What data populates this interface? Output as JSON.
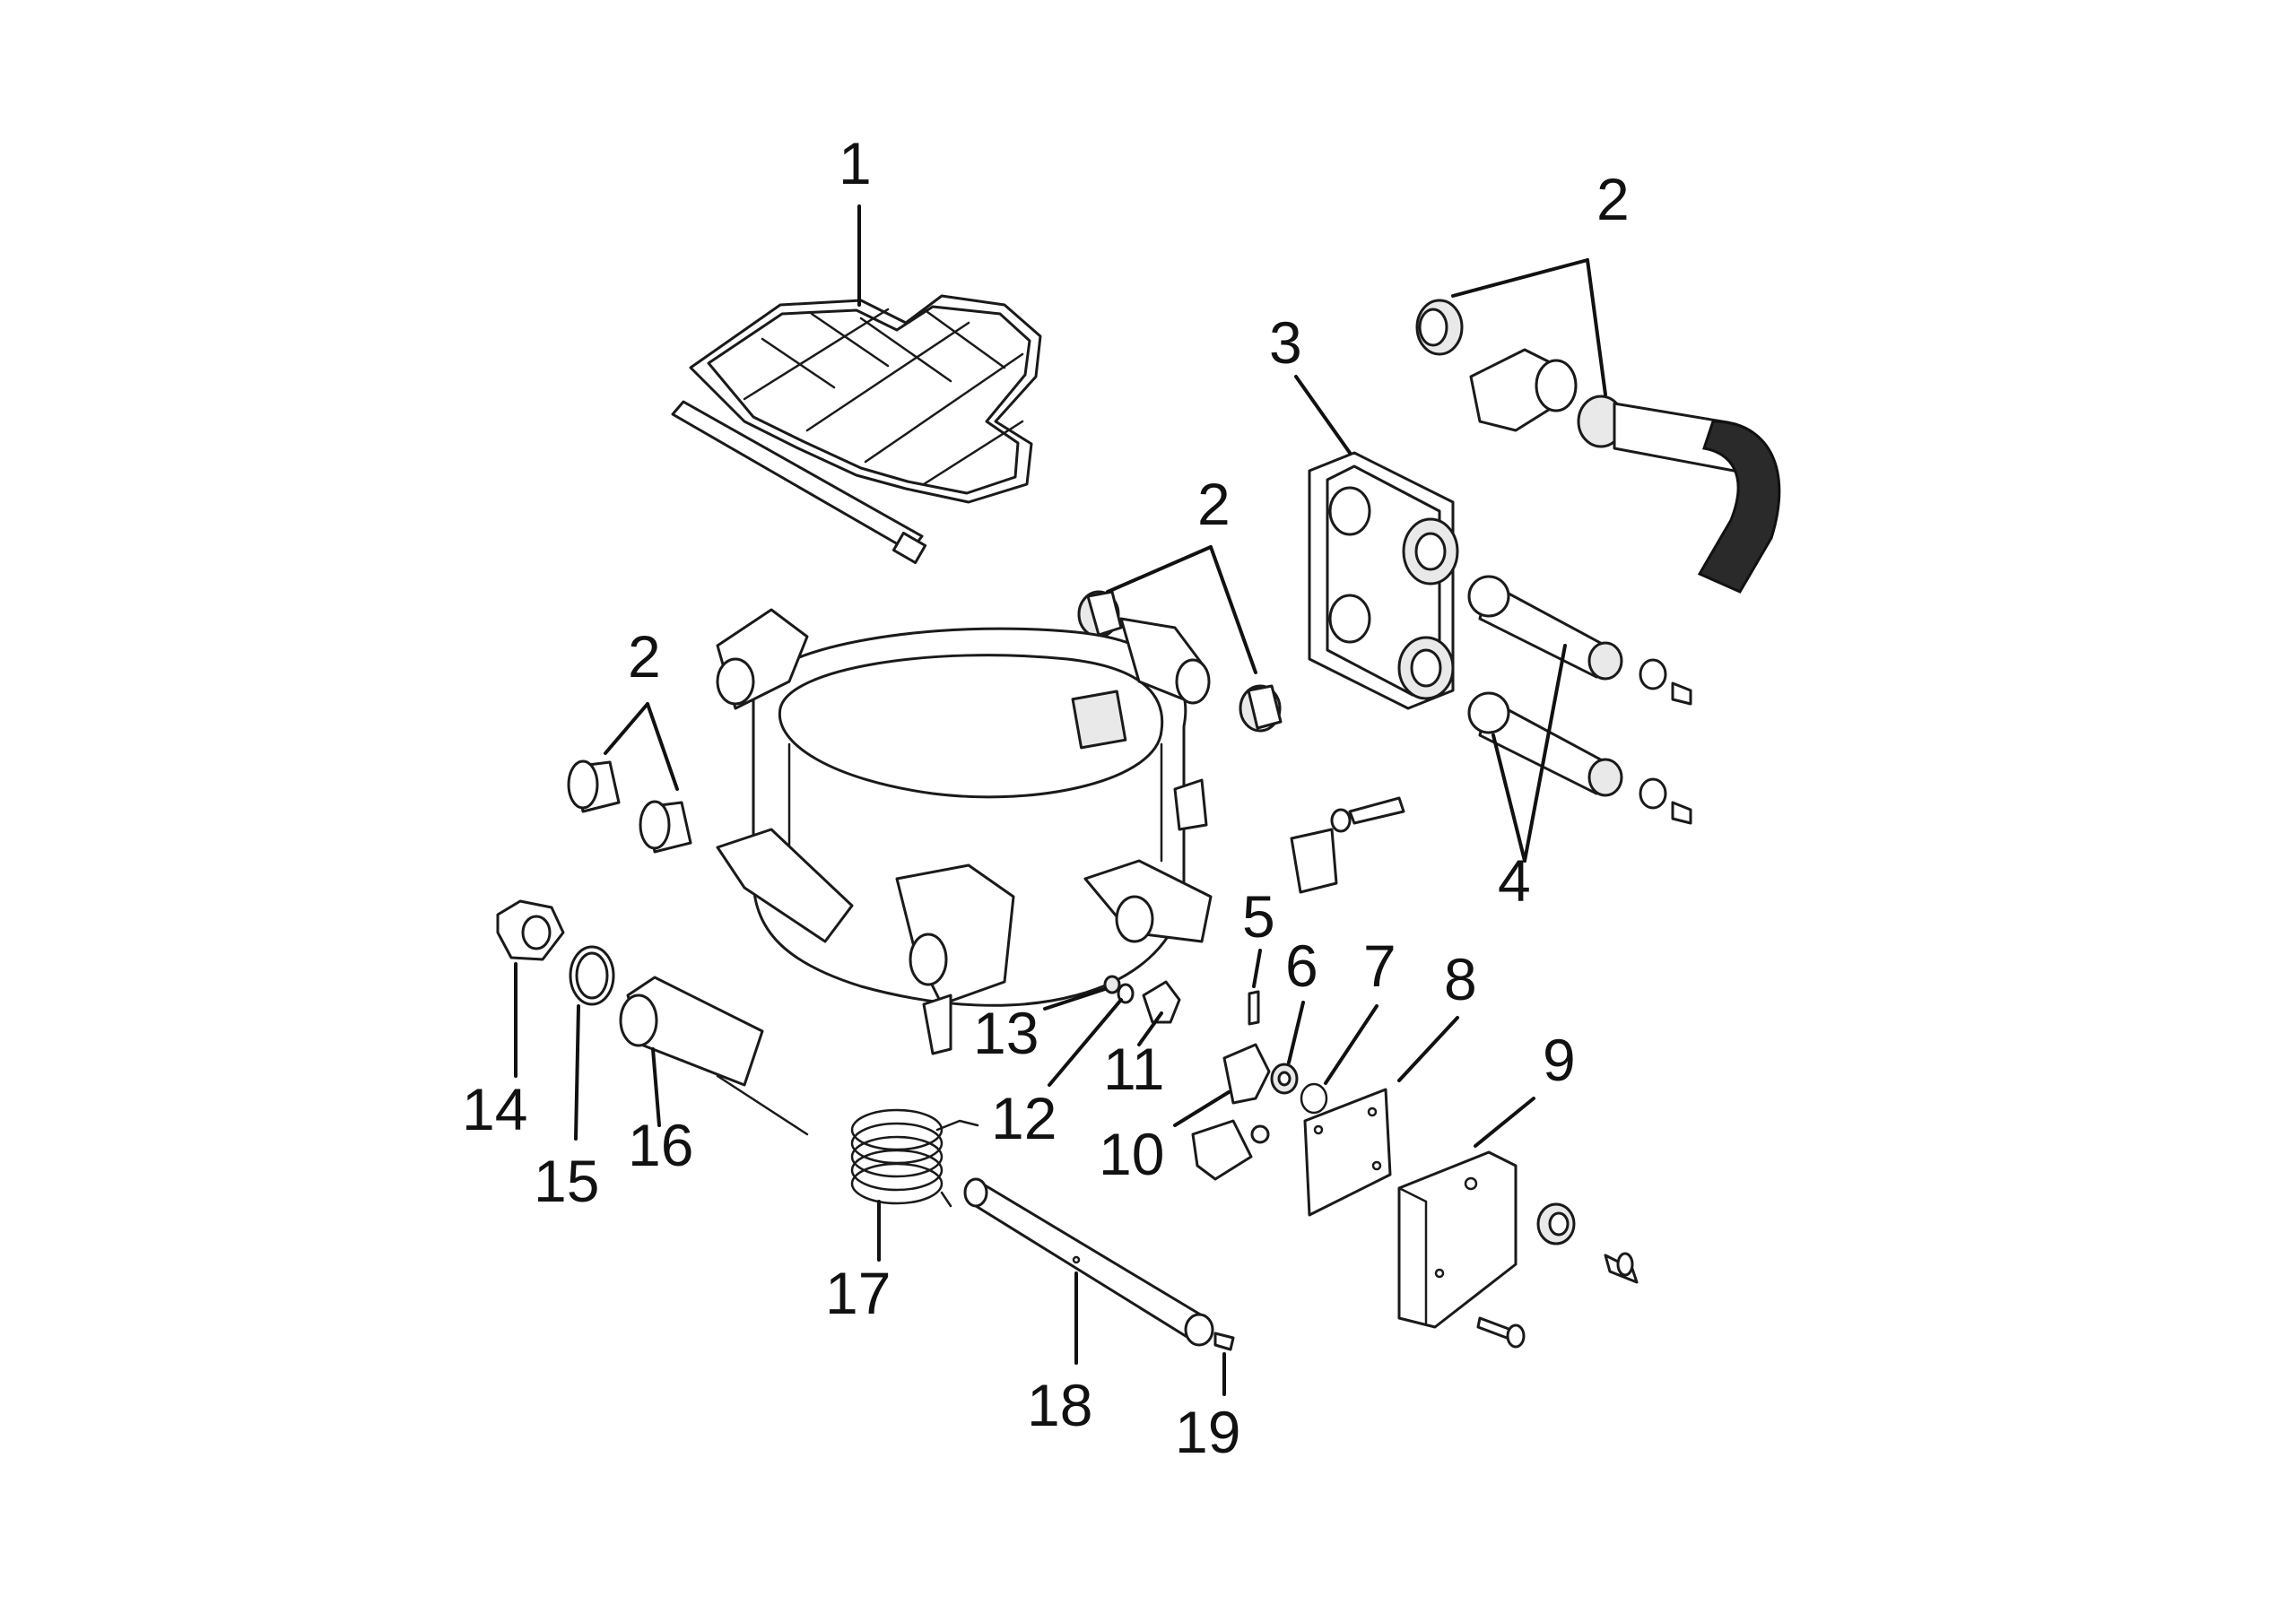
{
  "figure": {
    "callouts": [
      "1",
      "2",
      "2",
      "2",
      "3",
      "4",
      "5",
      "6",
      "7",
      "8",
      "9",
      "10",
      "11",
      "12",
      "13",
      "14",
      "15",
      "16",
      "17",
      "18",
      "19"
    ]
  },
  "labels": {
    "l1": "1",
    "l2_top_right": "2",
    "l2_middle": "2",
    "l2_left": "2",
    "l3": "3",
    "l4": "4",
    "l5": "5",
    "l6": "6",
    "l7": "7",
    "l8": "8",
    "l9": "9",
    "l10": "10",
    "l11": "11",
    "l12": "12",
    "l13": "13",
    "l14": "14",
    "l15": "15",
    "l16": "16",
    "l17": "17",
    "l18": "18",
    "l19": "19"
  }
}
